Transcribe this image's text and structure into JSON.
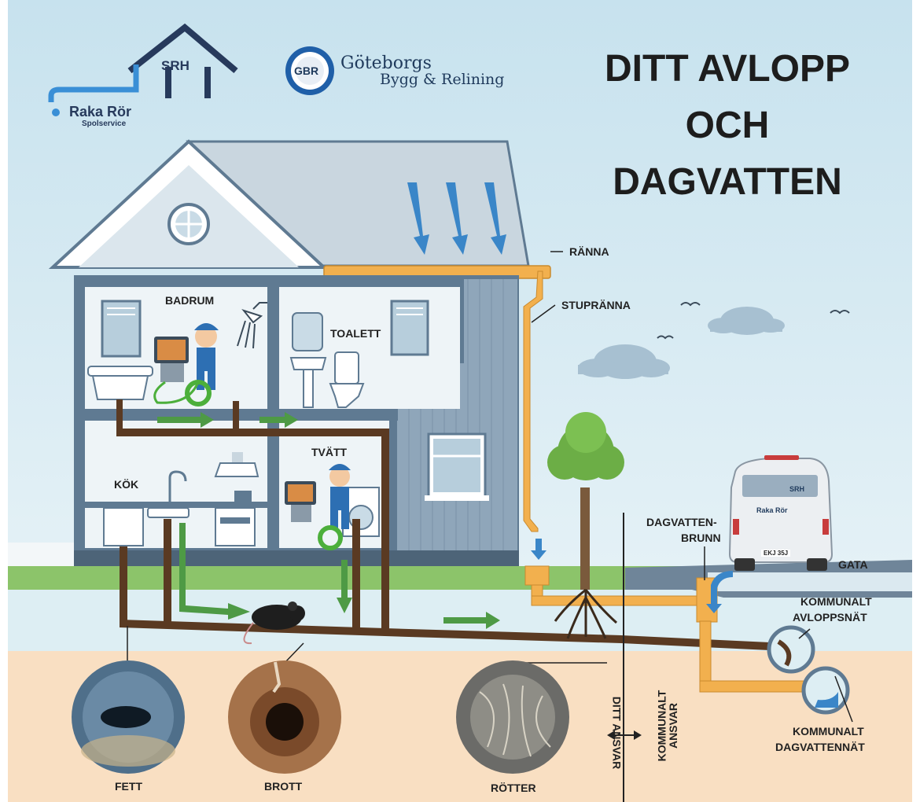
{
  "title": {
    "line1": "DITT AVLOPP",
    "line2": "OCH",
    "line3": "DAGVATTEN"
  },
  "logos": {
    "srh": {
      "badge": "SRH",
      "name": "Raka Rör",
      "sub": "Spolservice"
    },
    "gbr": {
      "monogram": "GBR",
      "line1": "Göteborgs",
      "line2": "Bygg & Relining"
    }
  },
  "rooms": {
    "bathroom": "BADRUM",
    "toilet": "TOALETT",
    "kitchen": "KÖK",
    "laundry": "TVÄTT"
  },
  "labels": {
    "gutter": "RÄNNA",
    "downpipe": "STUPRÄNNA",
    "stormwater_well_1": "DAGVATTEN-",
    "stormwater_well_2": "BRUNN",
    "street": "GATA",
    "municipal_sewer_1": "KOMMUNALT",
    "municipal_sewer_2": "AVLOPPSNÄT",
    "municipal_storm_1": "KOMMUNALT",
    "municipal_storm_2": "DAGVATTENNÄT",
    "your_responsibility": "DITT ANSVAR",
    "municipal_responsibility_1": "KOMMUNALT",
    "municipal_responsibility_2": "ANSVAR"
  },
  "problems": {
    "grease": "FETT",
    "crack": "BROTT",
    "roots": "RÖTTER"
  },
  "van": {
    "badge": "SRH",
    "name": "Raka Rör",
    "plate": "EKJ 35J"
  },
  "colors": {
    "sky": "#c8e2ee",
    "wall": "#5f7a92",
    "pipe_brown": "#5a3a22",
    "pipe_orange": "#f2b04e",
    "arrow_green": "#4e9a45",
    "arrow_blue": "#3a86c8",
    "grass": "#8cc46a",
    "soil": "#f9dfc2"
  }
}
